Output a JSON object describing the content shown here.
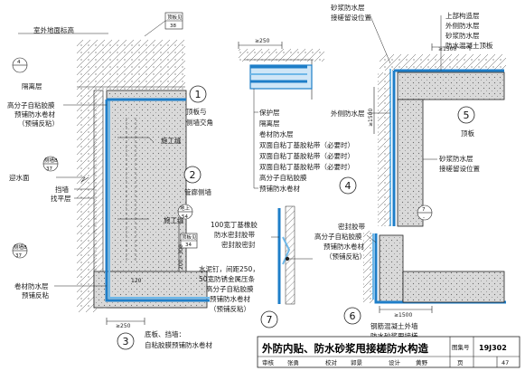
{
  "title_block": {
    "title": "外防内贴、防水砂浆甩接槎防水构造",
    "atlas_label": "图集号",
    "atlas_no": "19J302",
    "page_label": "页",
    "page_no": "47",
    "row": [
      "审核",
      "张勇",
      "校对",
      "郭景",
      "设计",
      "黄野"
    ]
  },
  "detail_main": {
    "ground_label": "室外地面标高",
    "ref_top_a": "顶板见",
    "ref_top_b": "38",
    "ref_side": "4",
    "isolation": "隔离层",
    "membrane_label": [
      "高分子自粘胶膜",
      "预铺防水卷材",
      "（预铺反粘）"
    ],
    "water_level": "迎水面",
    "retaining": [
      "挡墙",
      "找平层"
    ],
    "construction_joint_1": "施工缝",
    "construction_joint_2": "施工缝",
    "ref_37_a": "侧墙8",
    "ref_37_b": "37",
    "ref_37c": "侧墙8",
    "ref_37d": "37",
    "ref_54a": "地上",
    "ref_54b": "54",
    "ref_34a": "顶板见",
    "ref_34b": "34",
    "rollwater": [
      "卷材防水层",
      "预铺反粘"
    ],
    "dim_200_300": "200~300",
    "dim_120": "120",
    "dim_250": "≥250",
    "foot_caption": [
      "底板、挡墙：",
      "自粘胶膜预铺防水卷材"
    ],
    "callout_1": "1",
    "callout_1_text": [
      "顶板与",
      "侧墙交角"
    ],
    "callout_2": "2",
    "callout_2_text": "管廊侧墙",
    "callout_3": "3"
  },
  "detail_4": {
    "dim_250": "≥250",
    "layers": [
      "保护层",
      "隔离层",
      "卷材防水层",
      "双面自粘丁基胶粘带（必要时）",
      "双面自粘丁基胶粘带（必要时）",
      "双面自粘丁基胶粘带（必要时）",
      "高分子自粘胶膜",
      "预铺防水卷材"
    ],
    "callout": "4"
  },
  "detail_5": {
    "top_labels": [
      "砂浆防水层",
      "接槎留设位置"
    ],
    "right_labels": [
      "上部构造层",
      "外侧防水层",
      "砂浆防水层",
      "防水混凝土顶板"
    ],
    "dim_1500a": "≥1500",
    "dim_1500b": "≥1500",
    "outer_wp": "外侧防水层",
    "roof": "顶板",
    "sand_wp": [
      "砂浆防水层",
      "接槎留设位置"
    ],
    "ref_7a": "7",
    "ref_7b": "-",
    "callout": "5"
  },
  "detail_6": {
    "labels": [
      "密封胶带",
      "高分子自粘胶膜",
      "预铺防水卷材",
      "（预铺反粘）"
    ],
    "dim_1500": "≥1500",
    "caption": [
      "钢筋混凝土外墙",
      "防水砂浆甩接槎"
    ],
    "callout": "6"
  },
  "detail_7": {
    "labels": [
      "100宽丁基橡胶",
      "防水密封胶带",
      "密封胶密封",
      "水泥钉，间距250，",
      "50宽防锈金属压条",
      "高分子自粘胶膜",
      "预铺防水卷材",
      "（预铺反粘）"
    ],
    "callout": "7"
  }
}
